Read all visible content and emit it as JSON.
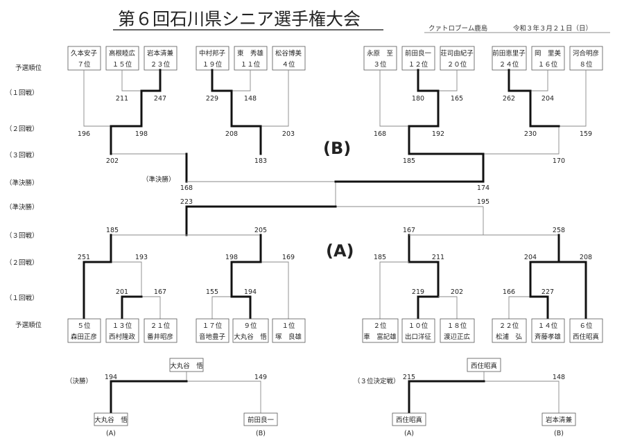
{
  "header": {
    "title": "第６回石川県シニア選手権大会",
    "venue": "クァトロブーム鹿島",
    "date": "令和３年３月２１日（日）"
  },
  "round_labels": {
    "seed": "予選順位",
    "r1": "（１回戦）",
    "r2": "（２回戦）",
    "r3": "（３回戦）",
    "semi": "（準決勝）",
    "semi_inline": "（準決勝）",
    "final": "（決勝）",
    "third": "（３位決定戦）"
  },
  "block_labels": {
    "b": "(B)",
    "a": "(A)"
  },
  "players_b": [
    {
      "name": "久本安子",
      "seed": "７位"
    },
    {
      "name": "高根睦広",
      "seed": "１５位"
    },
    {
      "name": "岩本清兼",
      "seed": "２３位"
    },
    {
      "name": "中村邦子",
      "seed": "１９位"
    },
    {
      "name": "東　秀雄",
      "seed": "１１位"
    },
    {
      "name": "松谷博美",
      "seed": "４位"
    },
    {
      "name": "永原　至",
      "seed": "３位"
    },
    {
      "name": "前田良一",
      "seed": "１２位"
    },
    {
      "name": "荘司由紀子",
      "seed": "２０位"
    },
    {
      "name": "前田恵里子",
      "seed": "２４位"
    },
    {
      "name": "岡　里美",
      "seed": "１６位"
    },
    {
      "name": "河合明彦",
      "seed": "８位"
    }
  ],
  "players_a": [
    {
      "name": "森田正彦",
      "seed": "５位"
    },
    {
      "name": "西村隆政",
      "seed": "１３位"
    },
    {
      "name": "番井昭彦",
      "seed": "２１位"
    },
    {
      "name": "音地豊子",
      "seed": "１７位"
    },
    {
      "name": "大丸谷　悟",
      "seed": "９位"
    },
    {
      "name": "塚　良雄",
      "seed": "１位"
    },
    {
      "name": "車　富記雄",
      "seed": "２位"
    },
    {
      "name": "出口洋征",
      "seed": "１０位"
    },
    {
      "name": "渡辺正広",
      "seed": "１８位"
    },
    {
      "name": "松浦　弘",
      "seed": "２２位"
    },
    {
      "name": "斉藤孝雄",
      "seed": "１４位"
    },
    {
      "name": "西住昭真",
      "seed": "６位"
    }
  ],
  "scores_b": {
    "r1": [
      "211",
      "247",
      "229",
      "148",
      "180",
      "165",
      "262",
      "204"
    ],
    "r2": [
      "196",
      "198",
      "208",
      "203",
      "168",
      "192",
      "230",
      "159"
    ],
    "r3": [
      "202",
      "183",
      "185",
      "170"
    ],
    "semi": [
      "168",
      "174"
    ]
  },
  "scores_a": {
    "semi": [
      "223",
      "195"
    ],
    "r3": [
      "185",
      "205",
      "167",
      "258"
    ],
    "r2": [
      "251",
      "193",
      "198",
      "169",
      "185",
      "211",
      "204",
      "208"
    ],
    "r1": [
      "201",
      "167",
      "155",
      "194",
      "219",
      "202",
      "166",
      "227"
    ]
  },
  "final": {
    "champion": "大丸谷　悟",
    "left_name": "大丸谷　悟",
    "left_score": "194",
    "left_side": "(A)",
    "right_name": "前田良一",
    "right_score": "149",
    "right_side": "(B)"
  },
  "third_place": {
    "winner": "西住昭真",
    "left_name": "西住昭真",
    "left_score": "215",
    "left_side": "(A)",
    "right_name": "岩本清兼",
    "right_score": "148",
    "right_side": "(B)"
  }
}
